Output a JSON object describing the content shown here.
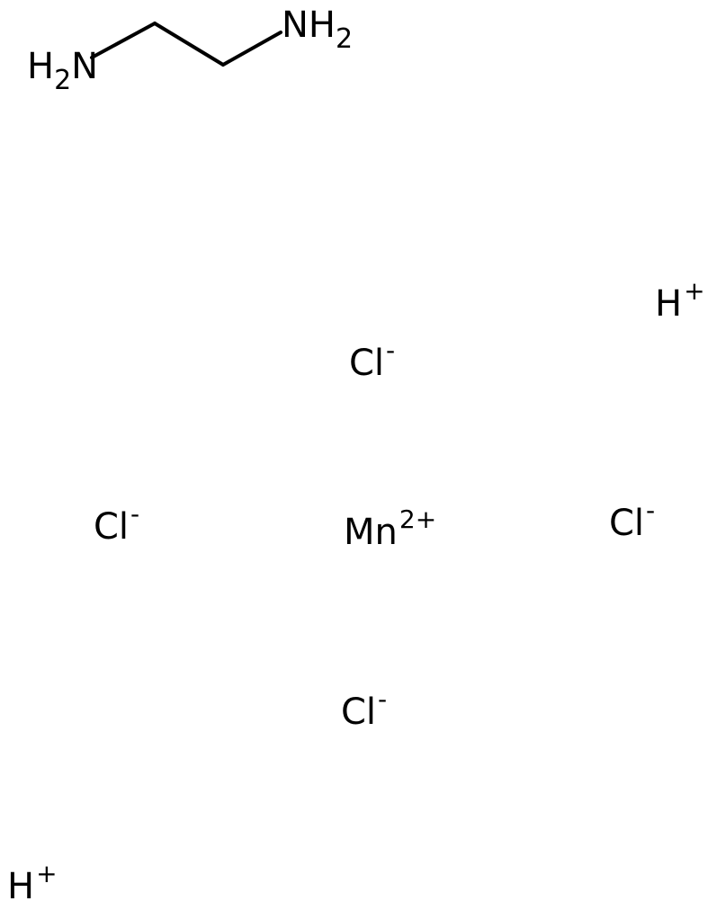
{
  "ethylenediamine": {
    "amine_left": {
      "symbol": "H",
      "count": "2",
      "atom": "N"
    },
    "amine_right": {
      "atom": "NH",
      "count": "2"
    }
  },
  "ions": {
    "proton_top": {
      "symbol": "H",
      "charge": "+"
    },
    "proton_bottom": {
      "symbol": "H",
      "charge": "+"
    },
    "chloride_top": {
      "symbol": "Cl",
      "charge": "-"
    },
    "chloride_left": {
      "symbol": "Cl",
      "charge": "-"
    },
    "chloride_right": {
      "symbol": "Cl",
      "charge": "-"
    },
    "chloride_bottom": {
      "symbol": "Cl",
      "charge": "-"
    },
    "manganese": {
      "symbol": "Mn",
      "charge": "2+"
    }
  },
  "colors": {
    "ink": "#000000",
    "background": "#ffffff"
  }
}
